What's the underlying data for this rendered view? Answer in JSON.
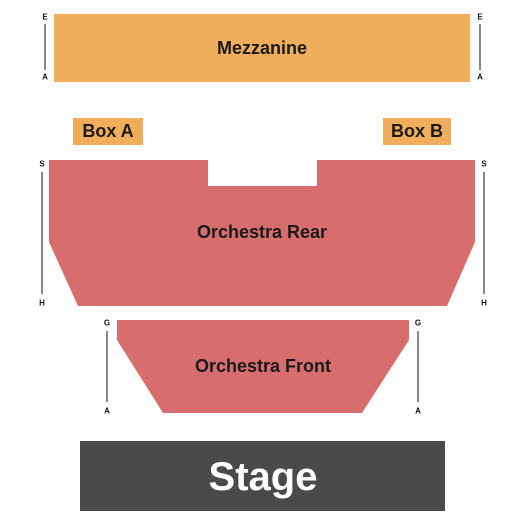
{
  "colors": {
    "mezzanine": "#f0ad5b",
    "box": "#f0ad5b",
    "orchestra": "#d76d6d",
    "stage": "#4a4a4a",
    "stage_text": "#ffffff"
  },
  "sections": {
    "mezzanine": {
      "label": "Mezzanine",
      "rows": {
        "top": "E",
        "bottom": "A"
      }
    },
    "box_a": {
      "label": "Box A"
    },
    "box_b": {
      "label": "Box B"
    },
    "orchestra_rear": {
      "label": "Orchestra Rear",
      "rows": {
        "top": "S",
        "bottom": "H"
      }
    },
    "orchestra_front": {
      "label": "Orchestra Front",
      "rows": {
        "top": "G",
        "bottom": "A"
      }
    }
  },
  "stage": {
    "label": "Stage"
  }
}
